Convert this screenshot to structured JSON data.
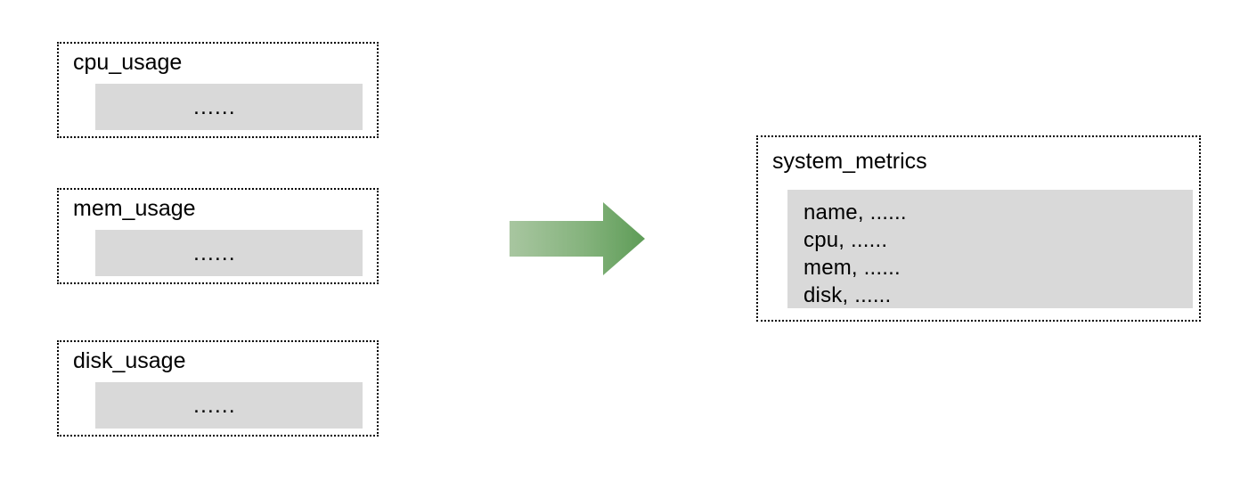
{
  "diagram": {
    "type": "data-flow-merge",
    "background_color": "#ffffff",
    "accent_color": "#7FB078",
    "panel_fill_color": "#d9d9d9",
    "border_color": "#000000",
    "sources": [
      {
        "title": "cpu_usage",
        "body_text": "......"
      },
      {
        "title": "mem_usage",
        "body_text": "......"
      },
      {
        "title": "disk_usage",
        "body_text": "......"
      }
    ],
    "connector": {
      "icon": "right-arrow-icon",
      "direction": "right",
      "gradient_start": "#A8C6A0",
      "gradient_end": "#5E9C57"
    },
    "target": {
      "title": "system_metrics",
      "lines": [
        "name, ......",
        "cpu, ......",
        "mem, ......",
        "disk, ......"
      ]
    }
  }
}
